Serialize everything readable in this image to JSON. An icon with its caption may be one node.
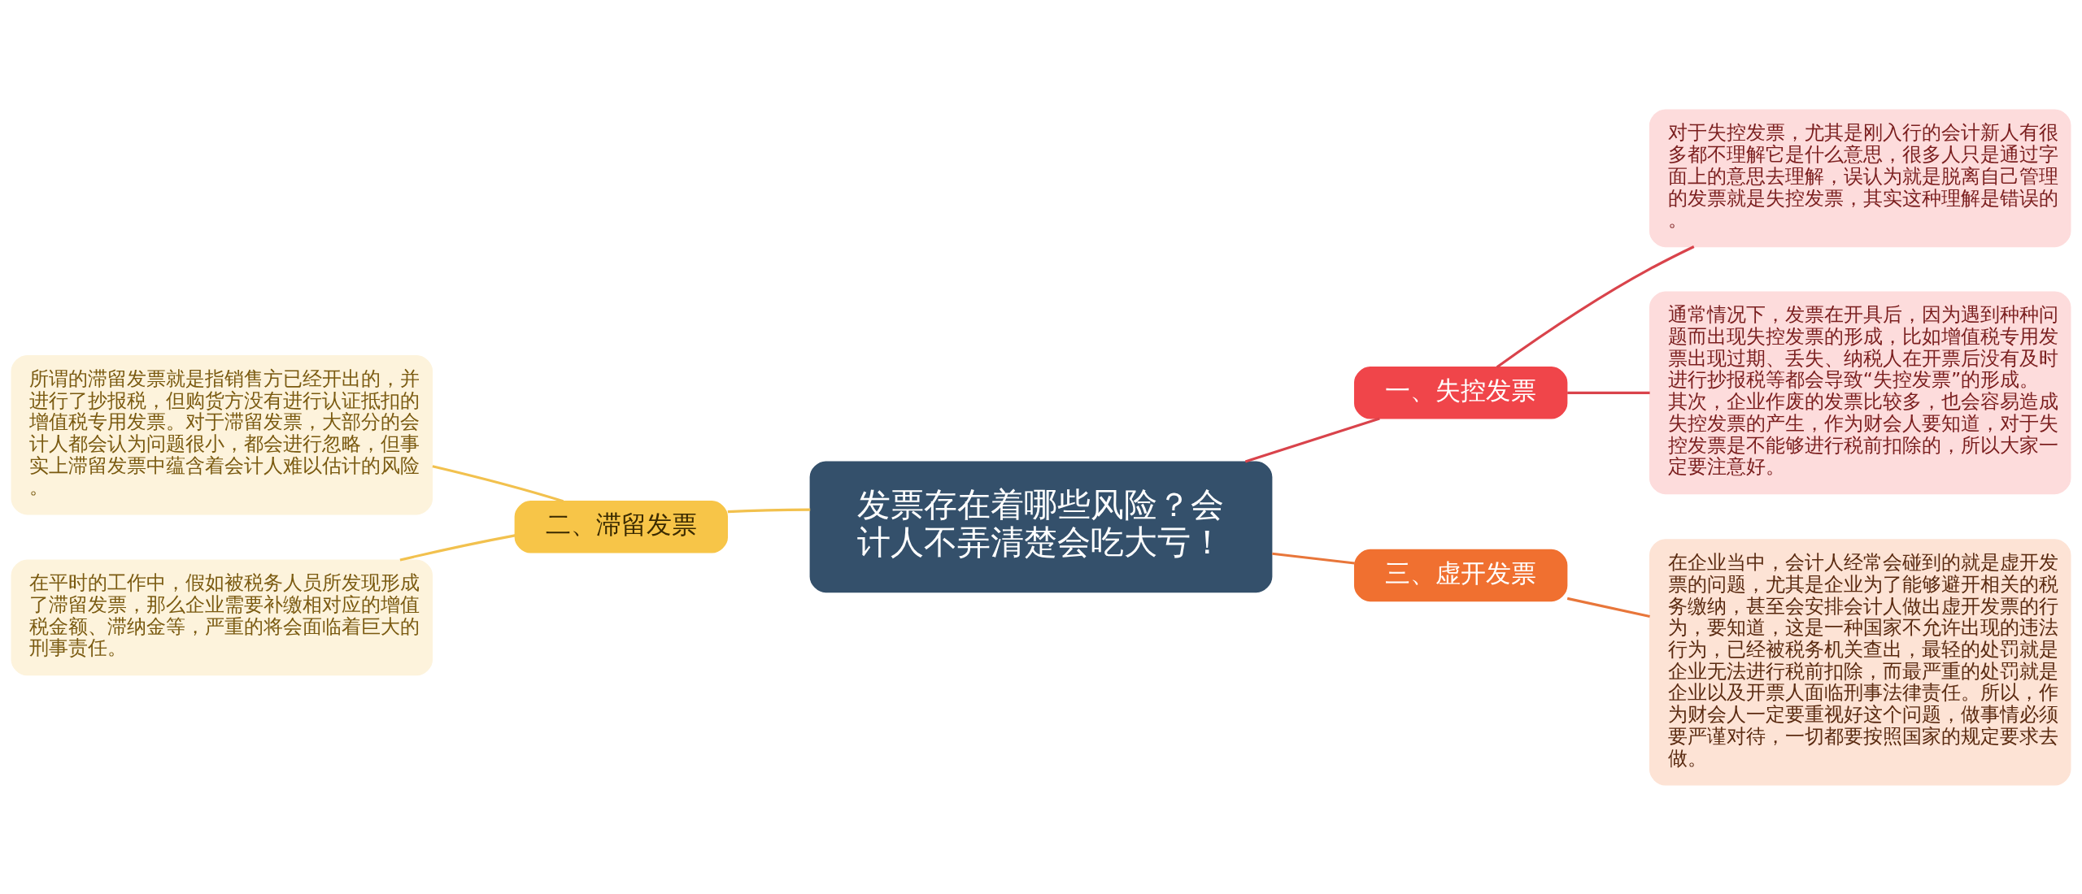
{
  "diagram": {
    "nodes": [
      {
        "text": [
          "发票存在着哪些风险？会计人不弄清楚会吃大亏！"
        ]
      },
      {
        "text": [
          "一、失控发票"
        ]
      },
      {
        "text": [
          "对于失控发票，尤其是刚入行的会计新人有很多都不理解它是什么意思，很多人只是通过字面上的意思去理解，误认为就是脱离自己管理的发票就是失控发票，其实这种理解是错误的。"
        ]
      },
      {
        "text": [
          "通常情况下，发票在开具后，因为遇到种种问题而出现失控发票的形成，比如增值税专用发票出现过期、丢失、纳税人在开票后没有及时进行抄报税等都会导致“失控发票”的形成。其次，企业作废的发票比较多，也会容易造成失控发票的产生，作为财会人要知道，对于失控发票是不能够进行税前扣除的，所以大家一定要注意好。"
        ]
      },
      {
        "text": [
          "二、滞留发票"
        ]
      },
      {
        "text": [
          "所谓的滞留发票就是指销售方已经开出的，并进行了抄报税，但购货方没有进行认证抵扣的增值税专用发票。对于滞留发票，大部分的会计人都会认为问题很小，都会进行忽略，但事实上滞留发票中蕴含着会计人难以估计的风险。"
        ]
      },
      {
        "text": [
          "在平时的工作中，假如被税务人员所发现形成了滞留发票，那么企业需要补缴相对应的增值税金额、滞纳金等，严重的将会面临着巨大的刑事责任。"
        ]
      },
      {
        "text": [
          "三、虚开发票"
        ]
      },
      {
        "text": [
          "在企业当中，会计人经常会碰到的就是虚开发票的问题，尤其是企业为了能够避开相关的税务缴纳，甚至会安排会计人做出虚开发票的行为，要知道，这是一种国家不允许出现的违法行为，已经被税务机关查出，最轻的处罚就是企业无法进行税前扣除，而最严重的处罚就是企业以及开票人面临刑事法律责任。所以，作为财会人一定要重视好这个问题，做事情必须要严谨对待，一切都要按照国家的规定要求去做。"
        ]
      }
    ],
    "edges": [
      {
        "from": 0,
        "to": 1,
        "arrow": "none",
        "color": "#d9434b"
      },
      {
        "from": 1,
        "to": 2,
        "arrow": "none",
        "color": "#d9434b"
      },
      {
        "from": 1,
        "to": 3,
        "arrow": "none",
        "color": "#d9434b"
      },
      {
        "from": 0,
        "to": 4,
        "arrow": "none",
        "color": "#f2c14e"
      },
      {
        "from": 4,
        "to": 5,
        "arrow": "none",
        "color": "#f2c14e"
      },
      {
        "from": 4,
        "to": 6,
        "arrow": "none",
        "color": "#f2c14e"
      },
      {
        "from": 0,
        "to": 7,
        "arrow": "none",
        "color": "#e8763a"
      },
      {
        "from": 7,
        "to": 8,
        "arrow": "none",
        "color": "#e8763a"
      }
    ]
  }
}
